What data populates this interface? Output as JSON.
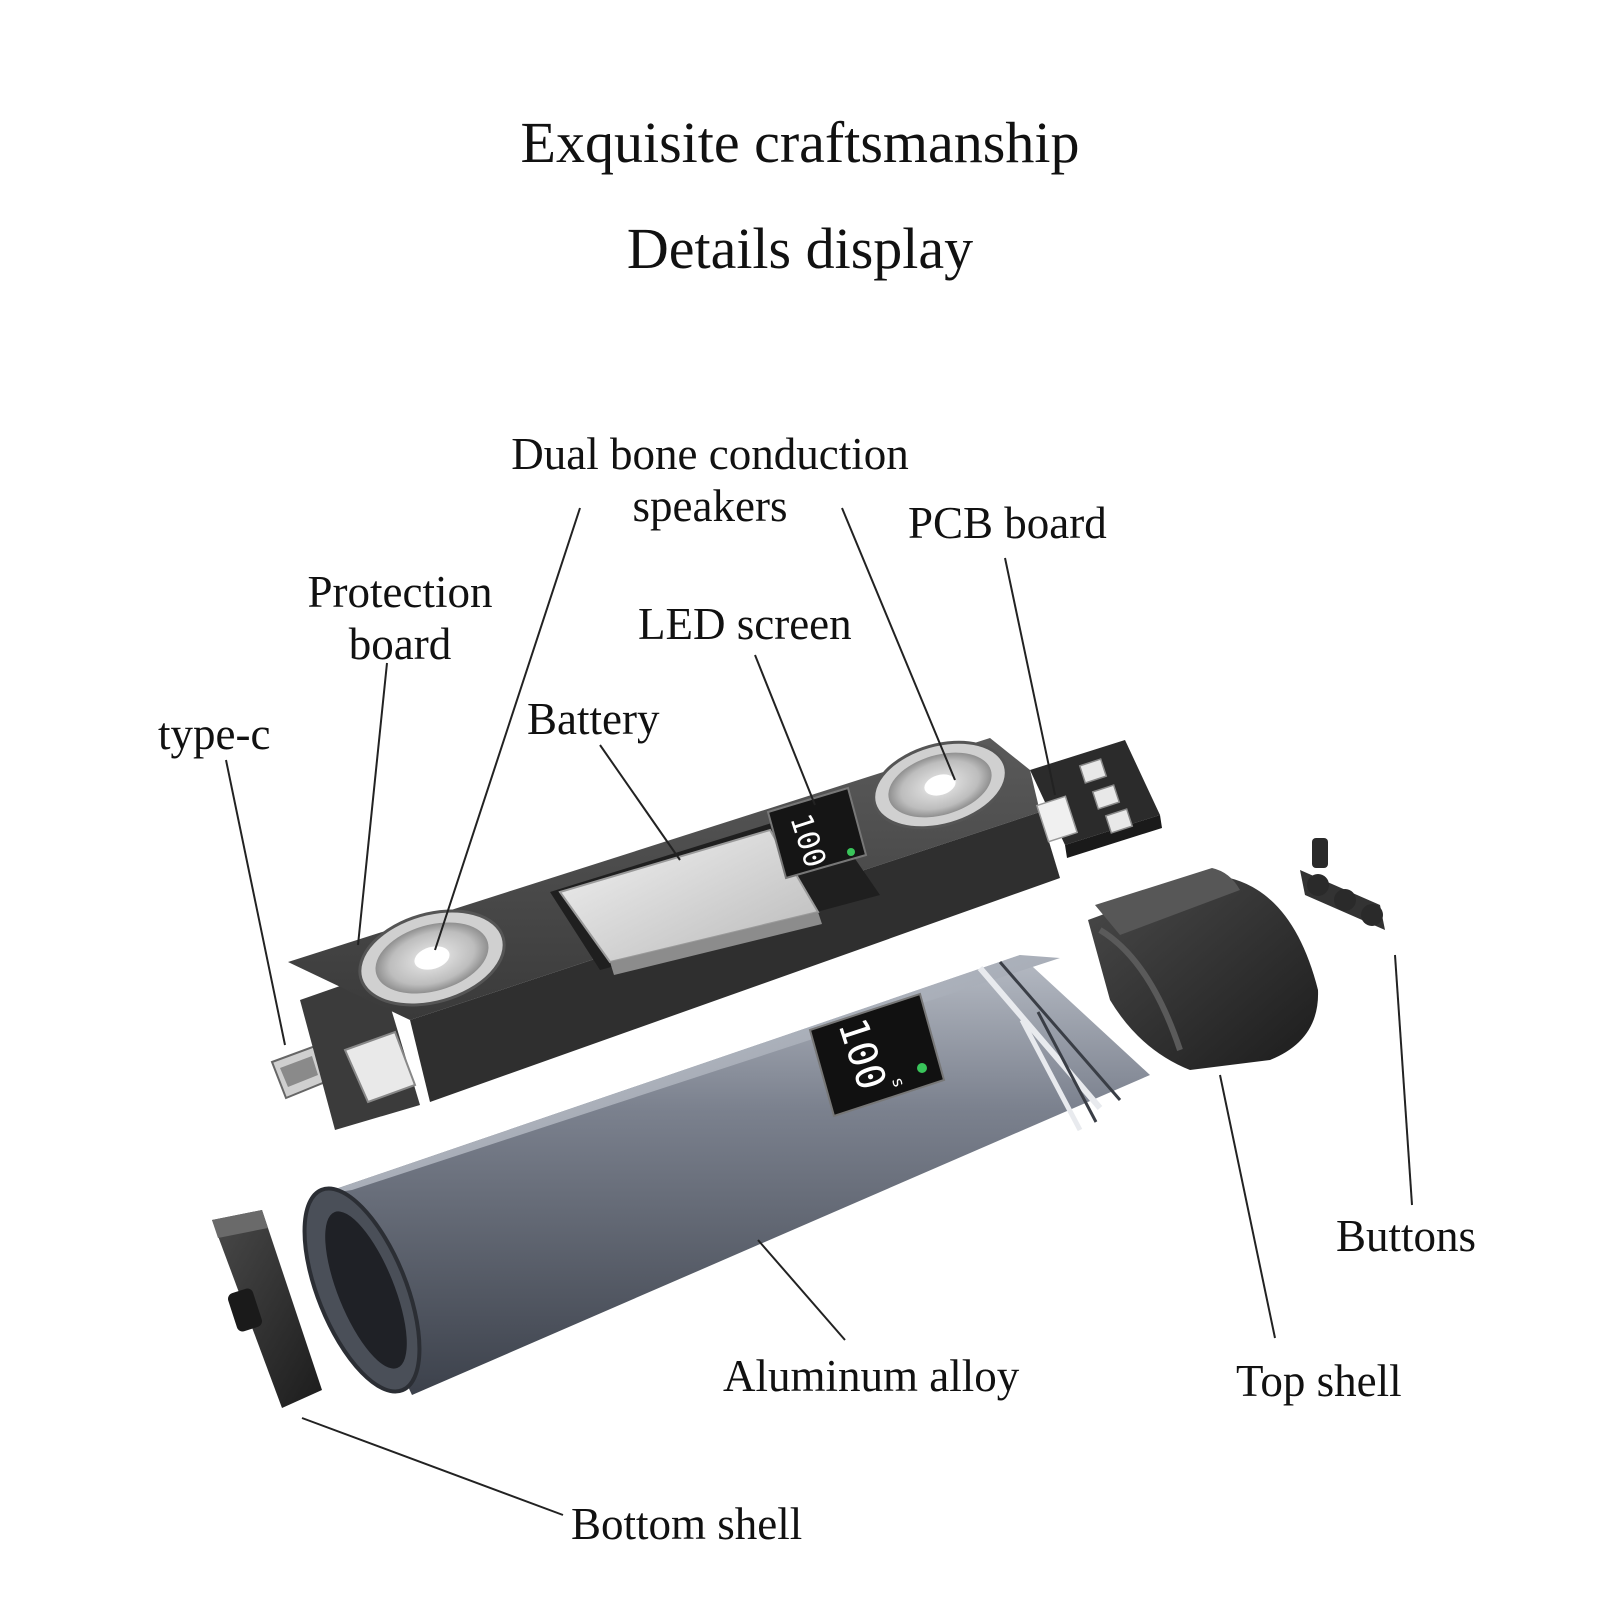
{
  "headings": {
    "line1": "Exquisite craftsmanship",
    "line2": "Details display"
  },
  "labels": {
    "dual_bone_line1": "Dual bone conduction",
    "dual_bone_line2": "speakers",
    "pcb_board": "PCB board",
    "protection_line1": "Protection",
    "protection_line2": "board",
    "led_screen": "LED screen",
    "battery": "Battery",
    "type_c": "type-c",
    "buttons": "Buttons",
    "aluminum_alloy": "Aluminum alloy",
    "top_shell": "Top shell",
    "bottom_shell": "Bottom shell"
  },
  "display": {
    "readout": "100",
    "unit": "s"
  },
  "colors": {
    "frame": "#4a4a4a",
    "frame_dark": "#2e2e2e",
    "aluminum": "#5c6270",
    "aluminum_light": "#a9aeb8",
    "shell": "#2a2a2a",
    "indicator": "#39c45a"
  }
}
